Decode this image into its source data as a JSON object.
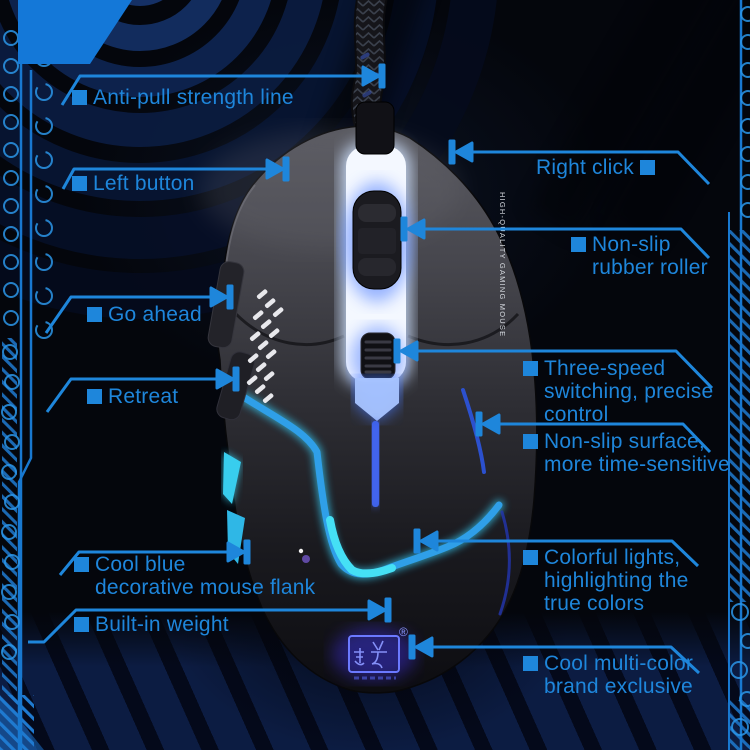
{
  "colors": {
    "accent": "#1e86db",
    "glow_cyan": "#38cdee",
    "glow_blue": "#4a79ff",
    "frame_blue": "#1878d0"
  },
  "callouts": {
    "anti_pull": {
      "l1": "Anti-pull strength line"
    },
    "left_button": {
      "l1": "Left button"
    },
    "right_click": {
      "l1": "Right click"
    },
    "rubber_roller": {
      "l1": "Non-slip",
      "l2": "rubber roller"
    },
    "go_ahead": {
      "l1": "Go ahead"
    },
    "retreat": {
      "l1": "Retreat"
    },
    "three_speed": {
      "l1": "Three-speed",
      "l2": "switching, precise",
      "l3": "control"
    },
    "non_slip_surface": {
      "l1": "Non-slip surface,",
      "l2": "more time-sensitive"
    },
    "cool_blue": {
      "l1": "Cool blue",
      "l2": "decorative mouse flank"
    },
    "colorful_lights": {
      "l1": "Colorful lights,",
      "l2": "highlighting the",
      "l3": "true colors"
    },
    "built_in_weight": {
      "l1": "Built-in weight"
    },
    "multi_color": {
      "l1": "Cool multi-color",
      "l2": "brand exclusive"
    }
  },
  "mouse": {
    "shell_text": "HIGH-QUALITY GAMING MOUSE",
    "logo_reg": "®"
  }
}
